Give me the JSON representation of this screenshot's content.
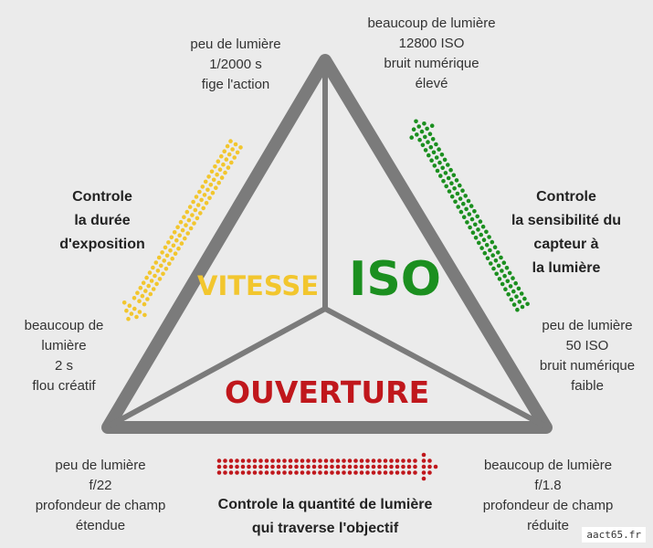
{
  "title_words": {
    "vitesse": "VITESSE",
    "iso": "ISO",
    "ouverture": "OUVERTURE"
  },
  "colors": {
    "vitesse": "#f2c62e",
    "iso": "#1b8f1f",
    "ouverture": "#c0171c",
    "triangle": "#7b7b7b"
  },
  "top_left": [
    "peu de lumière",
    "1/2000 s",
    "fige l'action"
  ],
  "top_right": [
    "beaucoup de lumière",
    "12800 ISO",
    "bruit numérique",
    "élevé"
  ],
  "left_heading": [
    "Controle",
    "la durée",
    "d'exposition"
  ],
  "right_heading": [
    "Controle",
    "la sensibilité du",
    "capteur à",
    "la lumière"
  ],
  "mid_left": [
    "beaucoup de",
    "lumière",
    "2 s",
    "flou créatif"
  ],
  "mid_right": [
    "peu de lumière",
    "50 ISO",
    "bruit numérique",
    "faible"
  ],
  "bottom_left": [
    "peu de lumière",
    "f/22",
    "profondeur de champ",
    "étendue"
  ],
  "bottom_right": [
    "beaucoup de lumière",
    "f/1.8",
    "profondeur de champ",
    "réduite"
  ],
  "bottom_heading": [
    "Controle la quantité de lumière",
    "qui traverse l'objectif"
  ],
  "credit": "aact65.fr"
}
